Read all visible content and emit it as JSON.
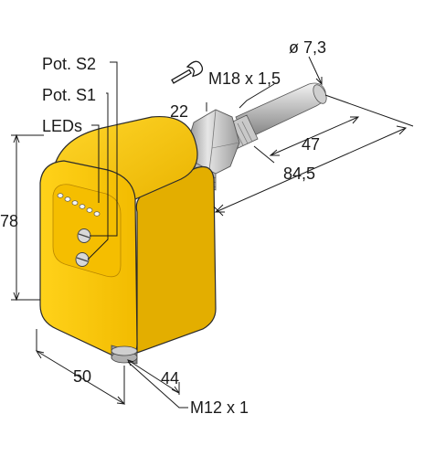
{
  "labels": {
    "pot_s2": "Pot. S2",
    "pot_s1": "Pot. S1",
    "leds": "LEDs",
    "wrench_thread": "M18 x 1,5",
    "wrench_size": "22",
    "probe_diameter": "ø 7,3",
    "probe_length": "47",
    "overall_length": "84,5",
    "height": "78",
    "width": "50",
    "depth": "44",
    "connector": "M12 x 1"
  },
  "colors": {
    "housing_yellow": "#F7C200",
    "housing_shadow": "#D9A400",
    "housing_dark": "#B88700",
    "metal_light": "#E3E3E3",
    "metal_mid": "#B5B5B5",
    "metal_dark": "#7C7C7C",
    "line": "#1a1a1a"
  },
  "icons": {
    "wrench": "wrench-icon"
  }
}
